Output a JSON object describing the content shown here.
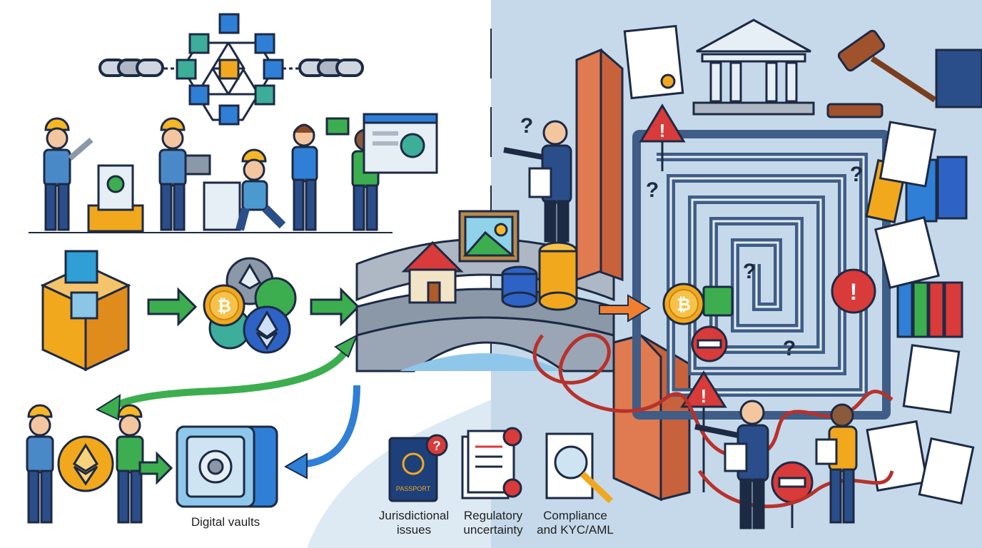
{
  "labels": {
    "digital_vaults": "Digital vaults",
    "jurisdictional": [
      "Jurisdictional",
      "issues"
    ],
    "regulatory": [
      "Regulatory",
      "uncertainty"
    ],
    "compliance": [
      "Compliance",
      "and KYC/AML"
    ],
    "passport": "PASSPORT"
  },
  "colors": {
    "left_bg": "#ffffff",
    "right_bg": "#c9dcec",
    "brick": "#c8623d",
    "maze_wall": "#3f5d86",
    "alert_red": "#d93a3a",
    "coin_gold": "#f2a81d",
    "eth_blue": "#2e63c5",
    "arrow_green": "#3cae4f",
    "arrow_blue": "#2f7fd6",
    "worker_blue": "#2a4e8a",
    "hardhat": "#f6b626"
  },
  "icons": [
    "chain-link-icon",
    "blockchain-hex-icon",
    "worker-icon",
    "box-icon",
    "crypto-coin-icon",
    "bitcoin-icon",
    "ethereum-icon",
    "bridge-icon",
    "house-icon",
    "picture-icon",
    "vault-icon",
    "passport-icon",
    "document-icon",
    "magnifier-icon",
    "brick-wall-icon",
    "bank-icon",
    "gavel-icon",
    "warning-sign-icon",
    "no-entry-icon",
    "maze-icon",
    "binder-icon",
    "rope-icon",
    "question-mark-icon",
    "cash-icon"
  ]
}
